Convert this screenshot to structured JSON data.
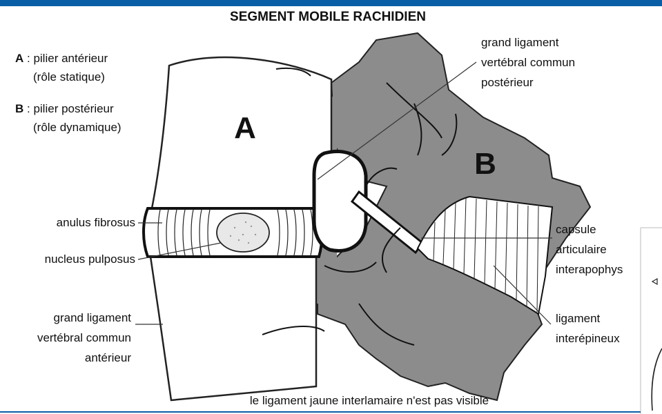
{
  "figure": {
    "title": "SEGMENT MOBILE RACHIDIEN",
    "legend": {
      "a_key": "A",
      "a_line1": " : pilier antérieur",
      "a_line2": "(rôle statique)",
      "b_key": "B",
      "b_line1": " : pilier postérieur",
      "b_line2": "(rôle dynamique)"
    },
    "big_letters": {
      "a": "A",
      "b": "B"
    },
    "labels": {
      "anulus": "anulus fibrosus",
      "nucleus": "nucleus pulposus",
      "lig_ant_1": "grand ligament",
      "lig_ant_2": "vertébral commun",
      "lig_ant_3": "antérieur",
      "lig_post_1": "grand ligament",
      "lig_post_2": "vertébral commun",
      "lig_post_3": "postérieur",
      "capsule_1": "capsule",
      "capsule_2": "articulaire",
      "capsule_3": "interapophys",
      "interep_1": "ligament",
      "interep_2": "interépineux"
    },
    "note": "le ligament jaune interlamaire n'est pas visible"
  },
  "colors": {
    "bar": "#0a5ea6",
    "bone_posterior": "#8c8c8c",
    "ink": "#111111"
  }
}
